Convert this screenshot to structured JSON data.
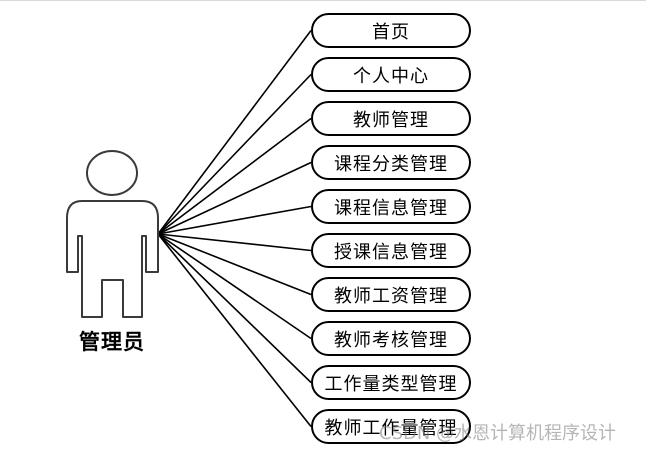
{
  "diagram": {
    "actor": {
      "label": "管理员",
      "icon": "person-icon"
    },
    "functions": [
      "首页",
      "个人中心",
      "教师管理",
      "课程分类管理",
      "课程信息管理",
      "授课信息管理",
      "教师工资管理",
      "教师考核管理",
      "工作量类型管理",
      "教师工作量管理"
    ],
    "watermark": "CSDN @水恩计算机程序设计",
    "colors": {
      "line": "#000000",
      "actor_stroke": "#3a3a3a",
      "actor_fill": "#ffffff"
    }
  }
}
